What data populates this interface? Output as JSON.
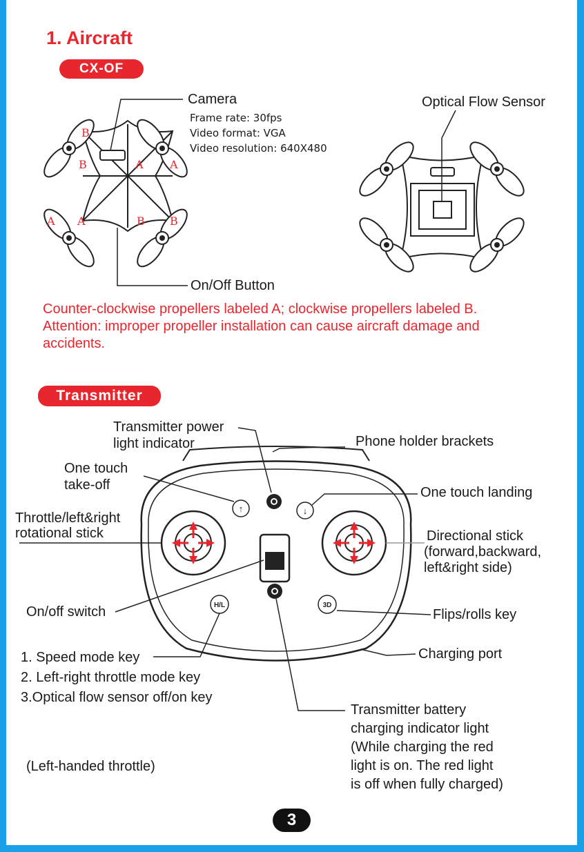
{
  "section1": {
    "title": "1. Aircraft",
    "model_badge": "CX-OF",
    "camera": {
      "label": "Camera",
      "specs": [
        "Frame rate: 30fps",
        "Video format: VGA",
        "Video resolution: 640X480"
      ]
    },
    "onoff_button_label": "On/Off Button",
    "optical_sensor_label": "Optical Flow Sensor",
    "propeller_letters": {
      "a": "A",
      "b": "B"
    },
    "warning": [
      "Counter-clockwise propellers labeled A; clockwise propellers labeled B.",
      "Attention: improper propeller installation can cause aircraft damage and",
      "accidents."
    ]
  },
  "section2": {
    "badge": "Transmitter",
    "labels": {
      "power_light": [
        "Transmitter power",
        "light indicator"
      ],
      "phone_holder": "Phone holder brackets",
      "takeoff": [
        "One touch",
        "take-off"
      ],
      "landing": "One touch landing",
      "throttle_stick": [
        "Throttle/left&right",
        "rotational stick"
      ],
      "directional_stick": [
        "Directional stick",
        "(forward,backward,",
        "left&right side)"
      ],
      "onoff_switch": "On/off switch",
      "flips_key": "Flips/rolls key",
      "charging_port": "Charging port",
      "multi_key": [
        "1. Speed mode key",
        "2. Left-right throttle mode key",
        "3.Optical flow sensor off/on key"
      ],
      "battery_light": [
        "Transmitter battery",
        "charging indicator light",
        "(While charging the red",
        "light is on. The red light",
        "is off when fully charged)"
      ],
      "left_handed": "(Left-handed throttle)"
    },
    "buttons": {
      "hl": "H/L",
      "three_d": "3D",
      "up": "↑",
      "down": "↓"
    }
  },
  "page_number": "3",
  "colors": {
    "accent_red": "#e8262d",
    "border_blue": "#1aa0e8",
    "arrow_red": "#e8262d"
  }
}
